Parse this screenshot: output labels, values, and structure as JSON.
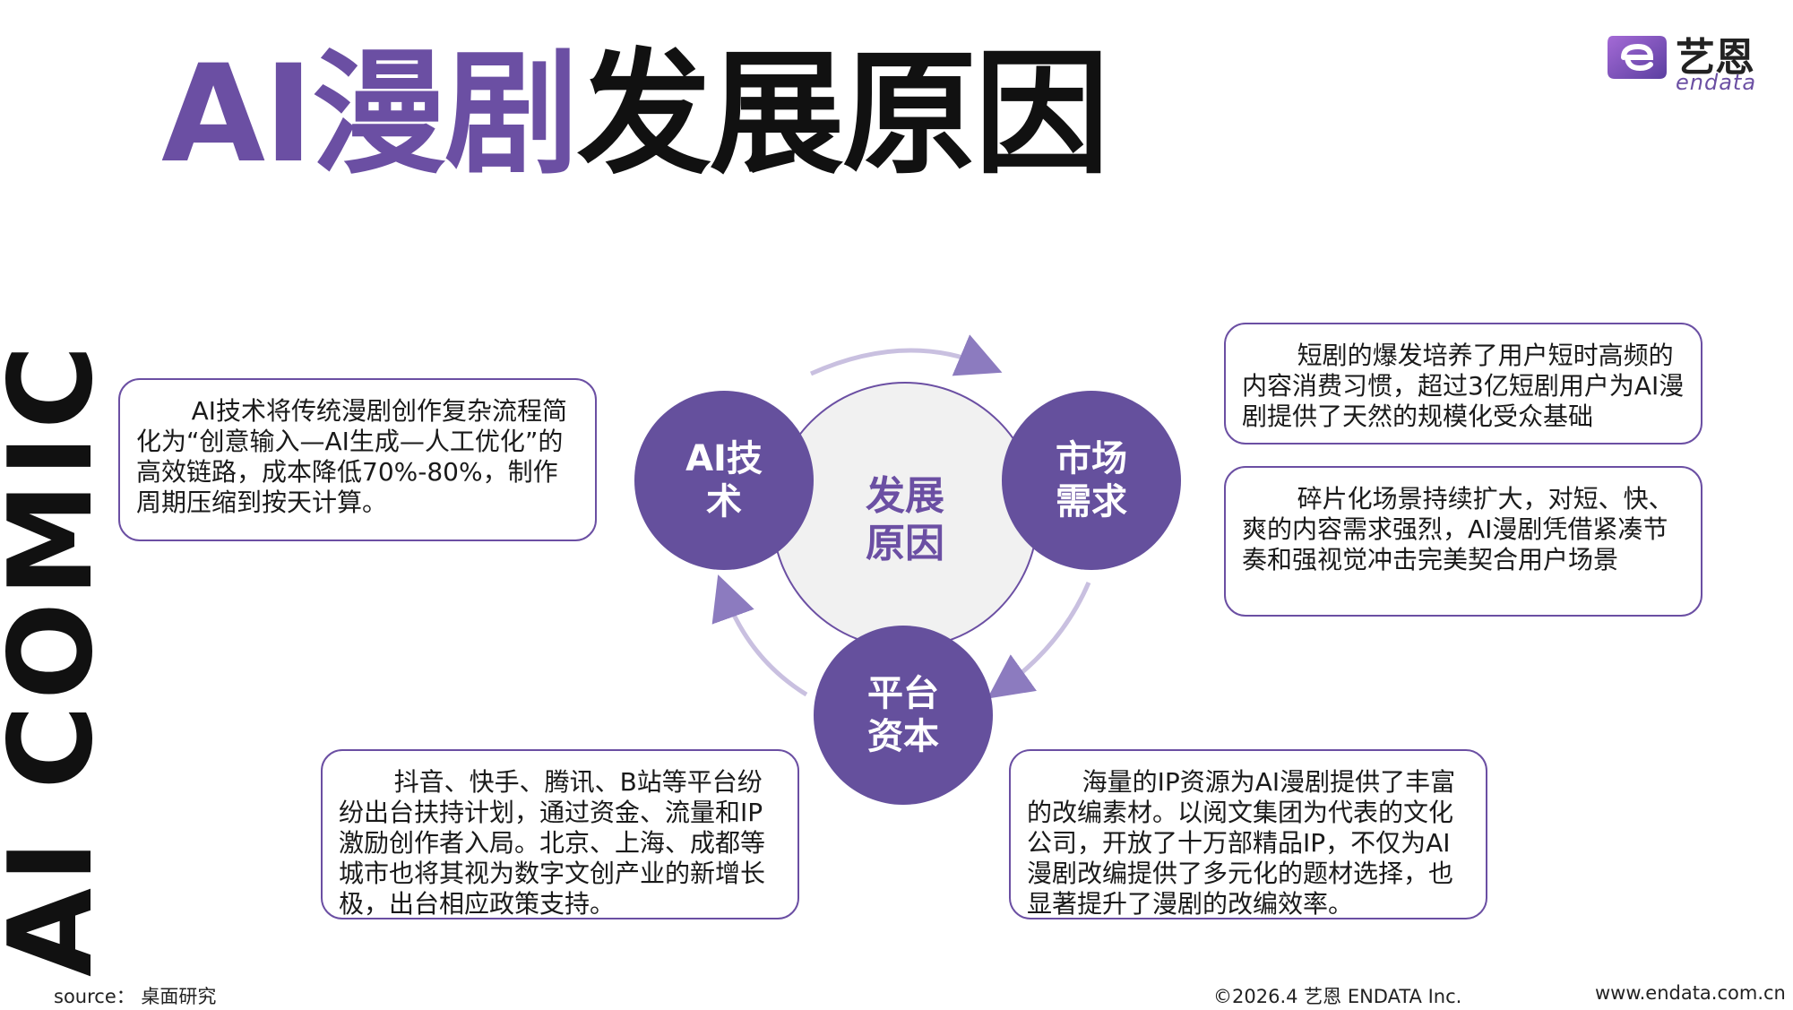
{
  "side_text": "AI COMIC",
  "title": {
    "accent": "AI漫剧",
    "rest": "发展原因"
  },
  "logo": {
    "cn": "艺恩",
    "en": "endata"
  },
  "diagram": {
    "center": "发展原因",
    "nodes": {
      "tech": "AI技术",
      "market": "市场需求",
      "platform": "平台资本"
    },
    "boxes": {
      "tech": "AI技术将传统漫剧创作复杂流程简化为“创意输入—AI生成—人工优化”的高效链路，成本降低70%-80%，制作周期压缩到按天计算。",
      "market1": "短剧的爆发培养了用户短时高频的内容消费习惯，超过3亿短剧用户为AI漫剧提供了天然的规模化受众基础",
      "market2": "碎片化场景持续扩大，对短、快、爽的内容需求强烈，AI漫剧凭借紧凑节奏和强视觉冲击完美契合用户场景",
      "platform": "抖音、快手、腾讯、B站等平台纷纷出台扶持计划，通过资金、流量和IP激励创作者入局。北京、上海、成都等城市也将其视为数字文创产业的新增长极，出台相应政策支持。",
      "ip": "海量的IP资源为AI漫剧提供了丰富的改编素材。以阅文集团为代表的文化公司，开放了十万部精品IP，不仅为AI漫剧改编提供了多元化的题材选择，也显著提升了漫剧的改编效率。"
    }
  },
  "footer": {
    "source": "source： 桌面研究",
    "copyright": "©2026.4  艺恩 ENDATA Inc.",
    "url": "www.endata.com.cn"
  },
  "colors": {
    "accent": "#6b4fa3",
    "node": "#65509d",
    "center_fill": "#f1f1f1"
  }
}
